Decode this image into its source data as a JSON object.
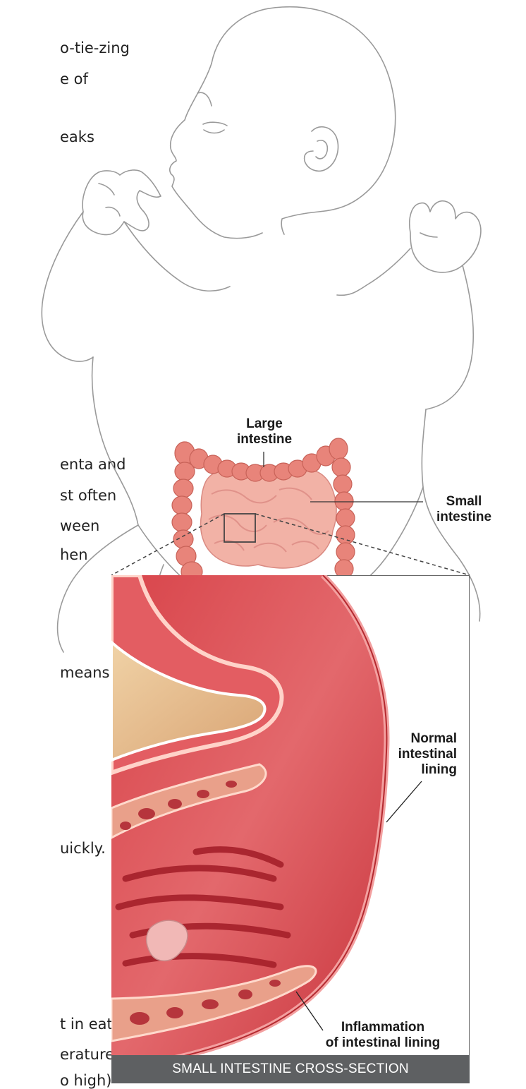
{
  "body_text_fragments": [
    "o-tie-zing",
    "e of",
    "eaks",
    "enta and",
    "st often",
    "ween",
    "hen",
    "means",
    "uickly.",
    "t in eating",
    "erature",
    "o high)"
  ],
  "labels": {
    "large_intestine": [
      "Large",
      "intestine"
    ],
    "small_intestine": [
      "Small",
      "intestine"
    ],
    "normal_lining": [
      "Normal",
      "intestinal",
      "lining"
    ],
    "inflammation": [
      "Inflammation",
      "of intestinal lining"
    ]
  },
  "inset_caption": "SMALL INTESTINE CROSS-SECTION",
  "colors": {
    "outline": "#9a9a9a",
    "colon": "#e8847a",
    "small_intestine": "#f2b2a6",
    "caption_bg": "#5e6062",
    "tissue_dark": "#c4303a"
  }
}
